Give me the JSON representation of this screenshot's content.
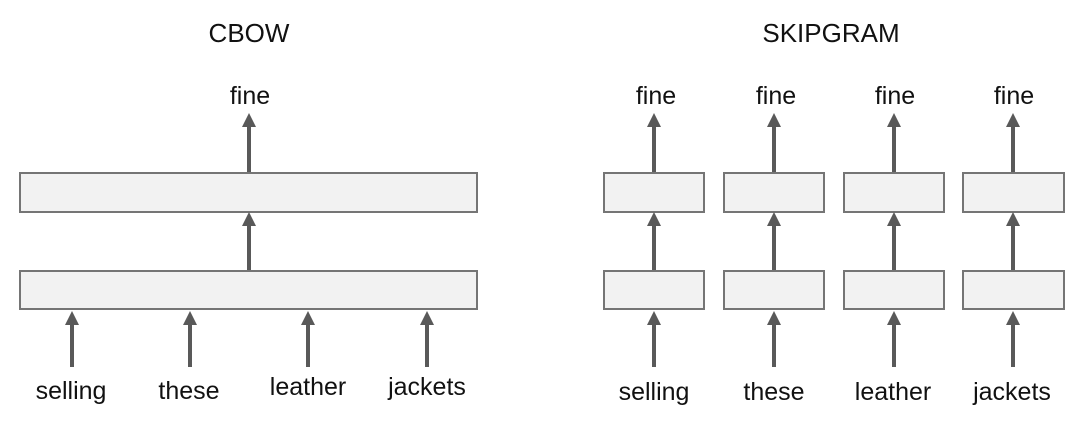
{
  "colors": {
    "background": "#ffffff",
    "box_fill": "#f2f2f2",
    "box_border": "#757575",
    "arrow": "#595959",
    "text": "#111111"
  },
  "cbow": {
    "title": "CBOW",
    "output_label": "fine",
    "input_words": [
      "selling",
      "these",
      "leather",
      "jackets"
    ]
  },
  "skipgram": {
    "title": "SKIPGRAM",
    "output_labels": [
      "fine",
      "fine",
      "fine",
      "fine"
    ],
    "input_words": [
      "selling",
      "these",
      "leather",
      "jackets"
    ]
  }
}
